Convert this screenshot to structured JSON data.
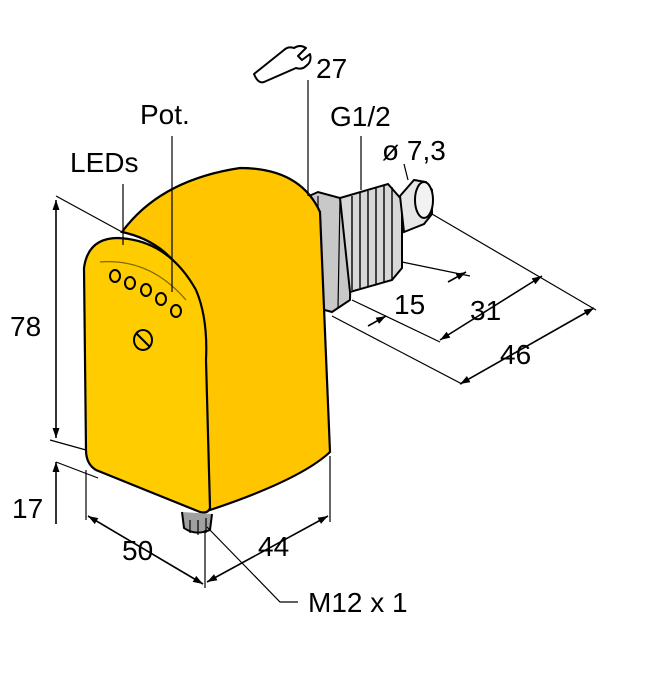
{
  "colors": {
    "housing": "#FFCC00",
    "housing_shade": "#F2B700",
    "metal_light": "#E6E6E6",
    "metal_mid": "#BDBDBD",
    "metal_dark": "#8A8A8A",
    "line": "#000000"
  },
  "icons": {
    "wrench": "wrench-icon",
    "arrowhead": "arrowhead-icon"
  },
  "labels": {
    "wrench_size": "27",
    "thread": "G1/2",
    "probe_diameter": "ø 7,3",
    "pot": "Pot.",
    "leds": "LEDs",
    "height": "78",
    "connector_offset": "17",
    "width": "50",
    "depth": "44",
    "connector": "M12 x 1",
    "probe_length": "15",
    "thread_length": "31",
    "total_length": "46"
  }
}
